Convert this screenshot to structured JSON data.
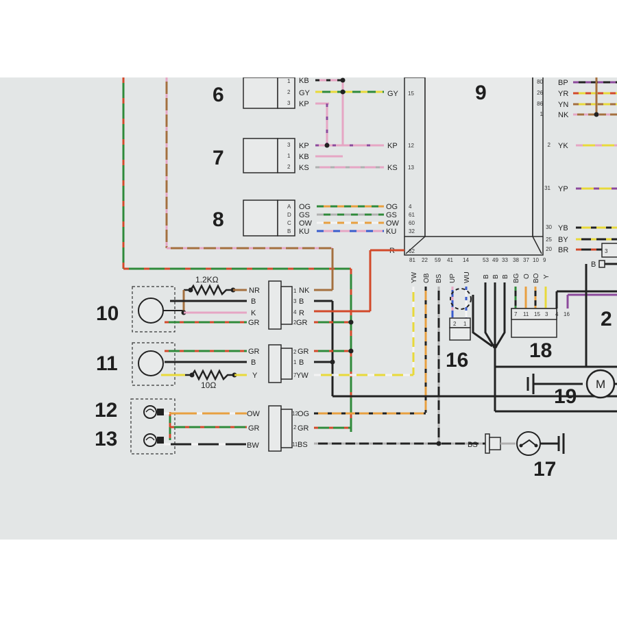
{
  "components": {
    "c6": "6",
    "c7": "7",
    "c8": "8",
    "c9": "9",
    "c10": "10",
    "c11": "11",
    "c12": "12",
    "c13": "13",
    "c16": "16",
    "c17": "17",
    "c18": "18",
    "c19": "19",
    "c2": "2"
  },
  "conn6": {
    "pins": [
      "1",
      "2",
      "3"
    ],
    "wires": [
      "KB",
      "GY",
      "KP"
    ],
    "ecu_wire": "GY",
    "ecu_pin": "15"
  },
  "conn7": {
    "pins": [
      "3",
      "1",
      "2"
    ],
    "wires": [
      "KP",
      "KB",
      "KS"
    ],
    "ecu_wires": [
      "KP",
      "KS"
    ],
    "ecu_pins": [
      "12",
      "13"
    ]
  },
  "conn8": {
    "pins": [
      "A",
      "D",
      "C",
      "B"
    ],
    "wires": [
      "OG",
      "GS",
      "OW",
      "KU"
    ],
    "ecu_wires": [
      "OG",
      "GS",
      "OW",
      "KU"
    ],
    "ecu_pins": [
      "4",
      "61",
      "60",
      "32"
    ]
  },
  "ecu_r": {
    "wire": "R",
    "pin": "62"
  },
  "ecu_right": {
    "pins": [
      "80",
      "26",
      "86",
      "1",
      "2",
      "31",
      "30",
      "25",
      "20"
    ],
    "wires": [
      "BP",
      "YR",
      "YN",
      "NK",
      "YK",
      "YP",
      "YB",
      "BY",
      "BR"
    ]
  },
  "ecu_bottom": {
    "pins": [
      "81",
      "22",
      "59",
      "41",
      "14",
      "53",
      "49",
      "33",
      "38",
      "37",
      "10",
      "9"
    ],
    "wires": [
      "YW",
      "OB",
      "BS",
      "UP",
      "WU",
      "B",
      "B",
      "B",
      "BG",
      "O",
      "BO",
      "Y"
    ]
  },
  "resistor10": "1.2KΩ",
  "resistor11": "10Ω",
  "sensor10": {
    "wires": [
      "NR",
      "B",
      "K",
      "GR"
    ],
    "pins": [
      "1",
      "3",
      "4",
      "2"
    ],
    "out": [
      "NK",
      "B",
      "R",
      "GR"
    ]
  },
  "sensor11": {
    "wires": [
      "GR",
      "B",
      "Y"
    ],
    "pins": [
      "2",
      "1",
      "7"
    ],
    "out": [
      "GR",
      "B",
      "YW"
    ]
  },
  "lamps": {
    "wires": [
      "OW",
      "GR",
      "BW"
    ],
    "pins": [
      "12",
      "2",
      "11"
    ],
    "out": [
      "OG",
      "GR",
      "BS"
    ]
  },
  "conn16": {
    "pins": [
      "2",
      "1"
    ]
  },
  "conn18": {
    "pins": [
      "7",
      "11",
      "15",
      "3",
      "4",
      "16"
    ]
  },
  "conn2": {
    "pin": "3",
    "wire": "B"
  },
  "ground17": {
    "wire": "BS"
  },
  "motor19": {
    "symbol": "M"
  },
  "colors": {
    "green": "#2f8a3a",
    "red": "#d2492a",
    "brown": "#a4703f",
    "pink": "#e6a6c4",
    "yellow": "#e8d93a",
    "black": "#222222",
    "orange": "#e8a040",
    "purple": "#8c4a9c",
    "grey": "#b0b0b0",
    "blue": "#3a5ccc",
    "white": "#f4f4f4"
  }
}
